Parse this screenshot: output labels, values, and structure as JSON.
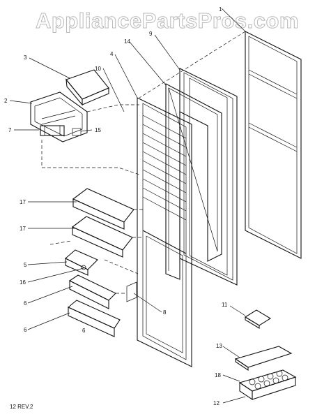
{
  "watermark": "AppliancePartsPros.com",
  "revision": "12 REV.2",
  "callouts": [
    "1",
    "2",
    "3",
    "4",
    "5",
    "6",
    "6",
    "6",
    "7",
    "8",
    "9",
    "10",
    "11",
    "12",
    "13",
    "14",
    "15",
    "16",
    "17",
    "17",
    "18"
  ]
}
